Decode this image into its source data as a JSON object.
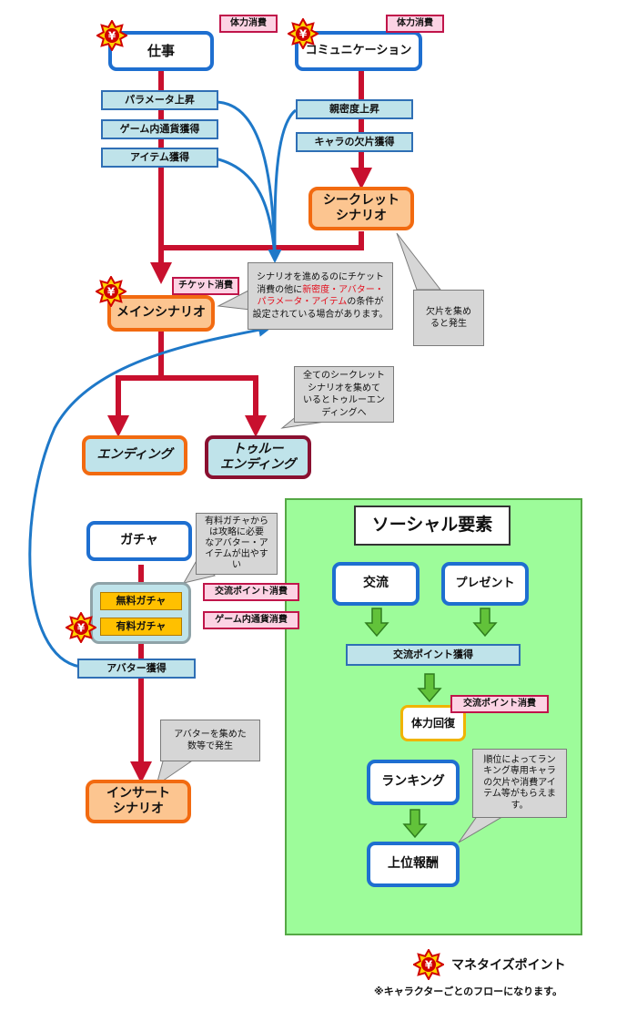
{
  "top": {
    "work": "仕事",
    "comm": "コミュニケーション",
    "work_cost": "体力消費",
    "comm_cost": "体力消費"
  },
  "work_results": [
    "パラメータ上昇",
    "ゲーム内通貨獲得",
    "アイテム獲得"
  ],
  "comm_results": [
    "親密度上昇",
    "キャラの欠片獲得"
  ],
  "secret": {
    "line1": "シークレット",
    "line2": "シナリオ"
  },
  "secret_note": {
    "line1": "欠片を集め",
    "line2": "ると発生"
  },
  "main": {
    "label": "メインシナリオ",
    "cost": "チケット消費"
  },
  "main_note": {
    "line1": "シナリオを進めるのにチケット",
    "line2_prefix": "消費の他に",
    "line2_red": "新密度・アバター・",
    "line3_red": "パラメータ・アイテム",
    "line3_suffix": "の条件が",
    "line4": "設定されている場合があります。"
  },
  "true_note": {
    "line1": "全てのシークレット",
    "line2": "シナリオを集めて",
    "line3": "いるとトゥルーエン",
    "line4": "ディングへ"
  },
  "ending": "エンディング",
  "true_ending": {
    "line1": "トゥルー",
    "line2": "エンディング"
  },
  "gacha": {
    "label": "ガチャ",
    "free": "無料ガチャ",
    "paid": "有料ガチャ",
    "free_cost": "交流ポイント消費",
    "paid_cost": "ゲーム内通貨消費",
    "avatar": "アバター獲得"
  },
  "gacha_note": {
    "line1": "有料ガチャから",
    "line2": "は攻略に必要",
    "line3": "なアバター・ア",
    "line4": "イテムが出やす",
    "line5": "い"
  },
  "insert": {
    "line1": "インサート",
    "line2": "シナリオ"
  },
  "insert_note": {
    "line1": "アバターを集めた",
    "line2": "数等で発生"
  },
  "social": {
    "title": "ソーシャル要素",
    "exchange": "交流",
    "present": "プレゼント",
    "points": "交流ポイント獲得",
    "recover": "体力回復",
    "recover_cost": "交流ポイント消費",
    "ranking": "ランキング",
    "reward": "上位報酬"
  },
  "ranking_note": {
    "line1": "順位によってラン",
    "line2": "キング専用キャラ",
    "line3": "の欠片や消費アイ",
    "line4": "テム等がもらえま",
    "line5": "す。"
  },
  "legend": {
    "label": "マネタイズポイント",
    "note": "※キャラクターごとのフローになります。",
    "yen": "¥"
  },
  "colors": {
    "main_flow": "#c8102e",
    "reference": "#1e78c8",
    "social_arrow": "#62c23a",
    "social_bg": "#9dfc9a"
  }
}
